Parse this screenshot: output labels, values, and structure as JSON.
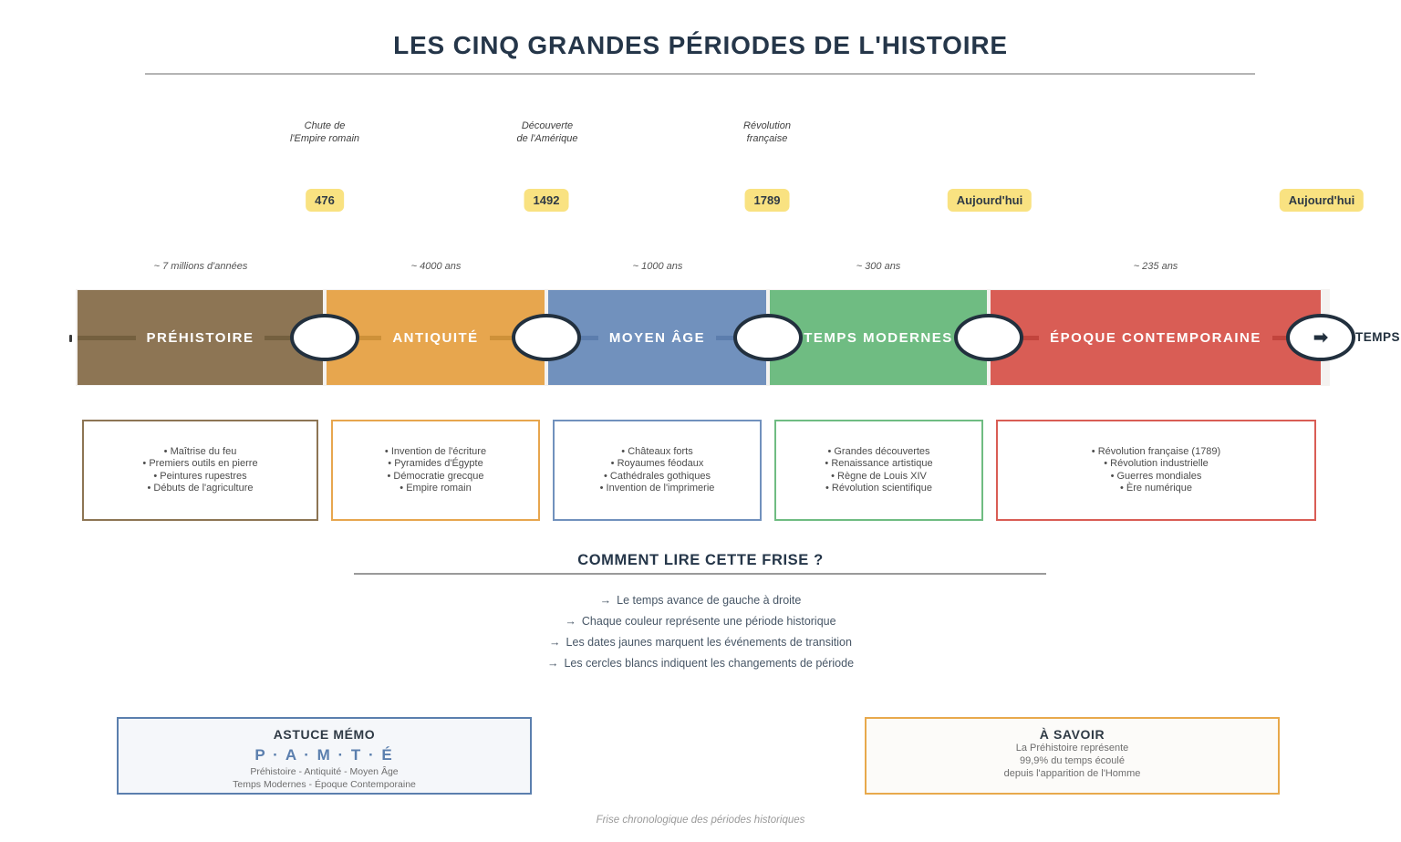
{
  "title": "LES CINQ GRANDES PÉRIODES DE L'HISTOIRE",
  "bullet_prefix": "•",
  "colors": {
    "title_navy": "#253649",
    "badge_yellow": "#F9E281",
    "prehistoire_brown": "#8D7554",
    "antiquite_orange": "#E7A64E",
    "moyen_age_blue": "#7191BD",
    "temps_modernes_green": "#6FBC82",
    "epoque_contemporaine_red": "#D95D55",
    "memo_border_blue": "#5B7FAE",
    "info_border_orange": "#E8A94C",
    "circle_border_navy": "#22303E"
  },
  "transition_events": [
    {
      "line1": "Chute de",
      "line2": "l'Empire romain",
      "date": "476"
    },
    {
      "line1": "Découverte",
      "line2": "de l'Amérique",
      "date": "1492"
    },
    {
      "line1": "Révolution",
      "line2": "française",
      "date": "1789"
    },
    {
      "date": "Aujourd'hui"
    },
    {
      "date": "Aujourd'hui"
    }
  ],
  "timeline": {
    "axis_label": "TEMPS",
    "arrow_glyph": "➡",
    "periods": [
      {
        "name": "PRÉHISTOIRE",
        "duration": "~ 7 millions d'années",
        "color": "#8D7554"
      },
      {
        "name": "ANTIQUITÉ",
        "duration": "~ 4000 ans",
        "color": "#E7A64E"
      },
      {
        "name": "MOYEN ÂGE",
        "duration": "~ 1000 ans",
        "color": "#7191BD"
      },
      {
        "name": "TEMPS MODERNES",
        "duration": "~ 300 ans",
        "color": "#6FBC82"
      },
      {
        "name": "ÉPOQUE CONTEMPORAINE",
        "duration": "~ 235 ans",
        "color": "#D95D55"
      }
    ]
  },
  "period_details": [
    {
      "items": [
        "Maîtrise du feu",
        "Premiers outils en pierre",
        "Peintures rupestres",
        "Débuts de l'agriculture"
      ]
    },
    {
      "items": [
        "Invention de l'écriture",
        "Pyramides d'Égypte",
        "Démocratie grecque",
        "Empire romain"
      ]
    },
    {
      "items": [
        "Châteaux forts",
        "Royaumes féodaux",
        "Cathédrales gothiques",
        "Invention de l'imprimerie"
      ]
    },
    {
      "items": [
        "Grandes découvertes",
        "Renaissance artistique",
        "Règne de Louis XIV",
        "Révolution scientifique"
      ]
    },
    {
      "items": [
        "Révolution française (1789)",
        "Révolution industrielle",
        "Guerres mondiales",
        "Ère numérique"
      ]
    }
  ],
  "how_to_read": {
    "heading": "COMMENT LIRE CETTE FRISE ?",
    "arrow_prefix": "→",
    "rules": [
      "Le temps avance de gauche à droite",
      "Chaque couleur représente une période historique",
      "Les dates jaunes marquent les événements de transition",
      "Les cercles blancs indiquent les changements de période"
    ]
  },
  "memo_box": {
    "title": "ASTUCE MÉMO",
    "mnemonic": "P · A · M · T · É",
    "line1": "Préhistoire - Antiquité - Moyen Âge",
    "line2": "Temps Modernes - Époque Contemporaine"
  },
  "info_box": {
    "title": "À SAVOIR",
    "line1": "La Préhistoire représente",
    "line2": "99,9% du temps écoulé",
    "line3": "depuis l'apparition de l'Homme"
  },
  "footer": "Frise chronologique des périodes historiques"
}
